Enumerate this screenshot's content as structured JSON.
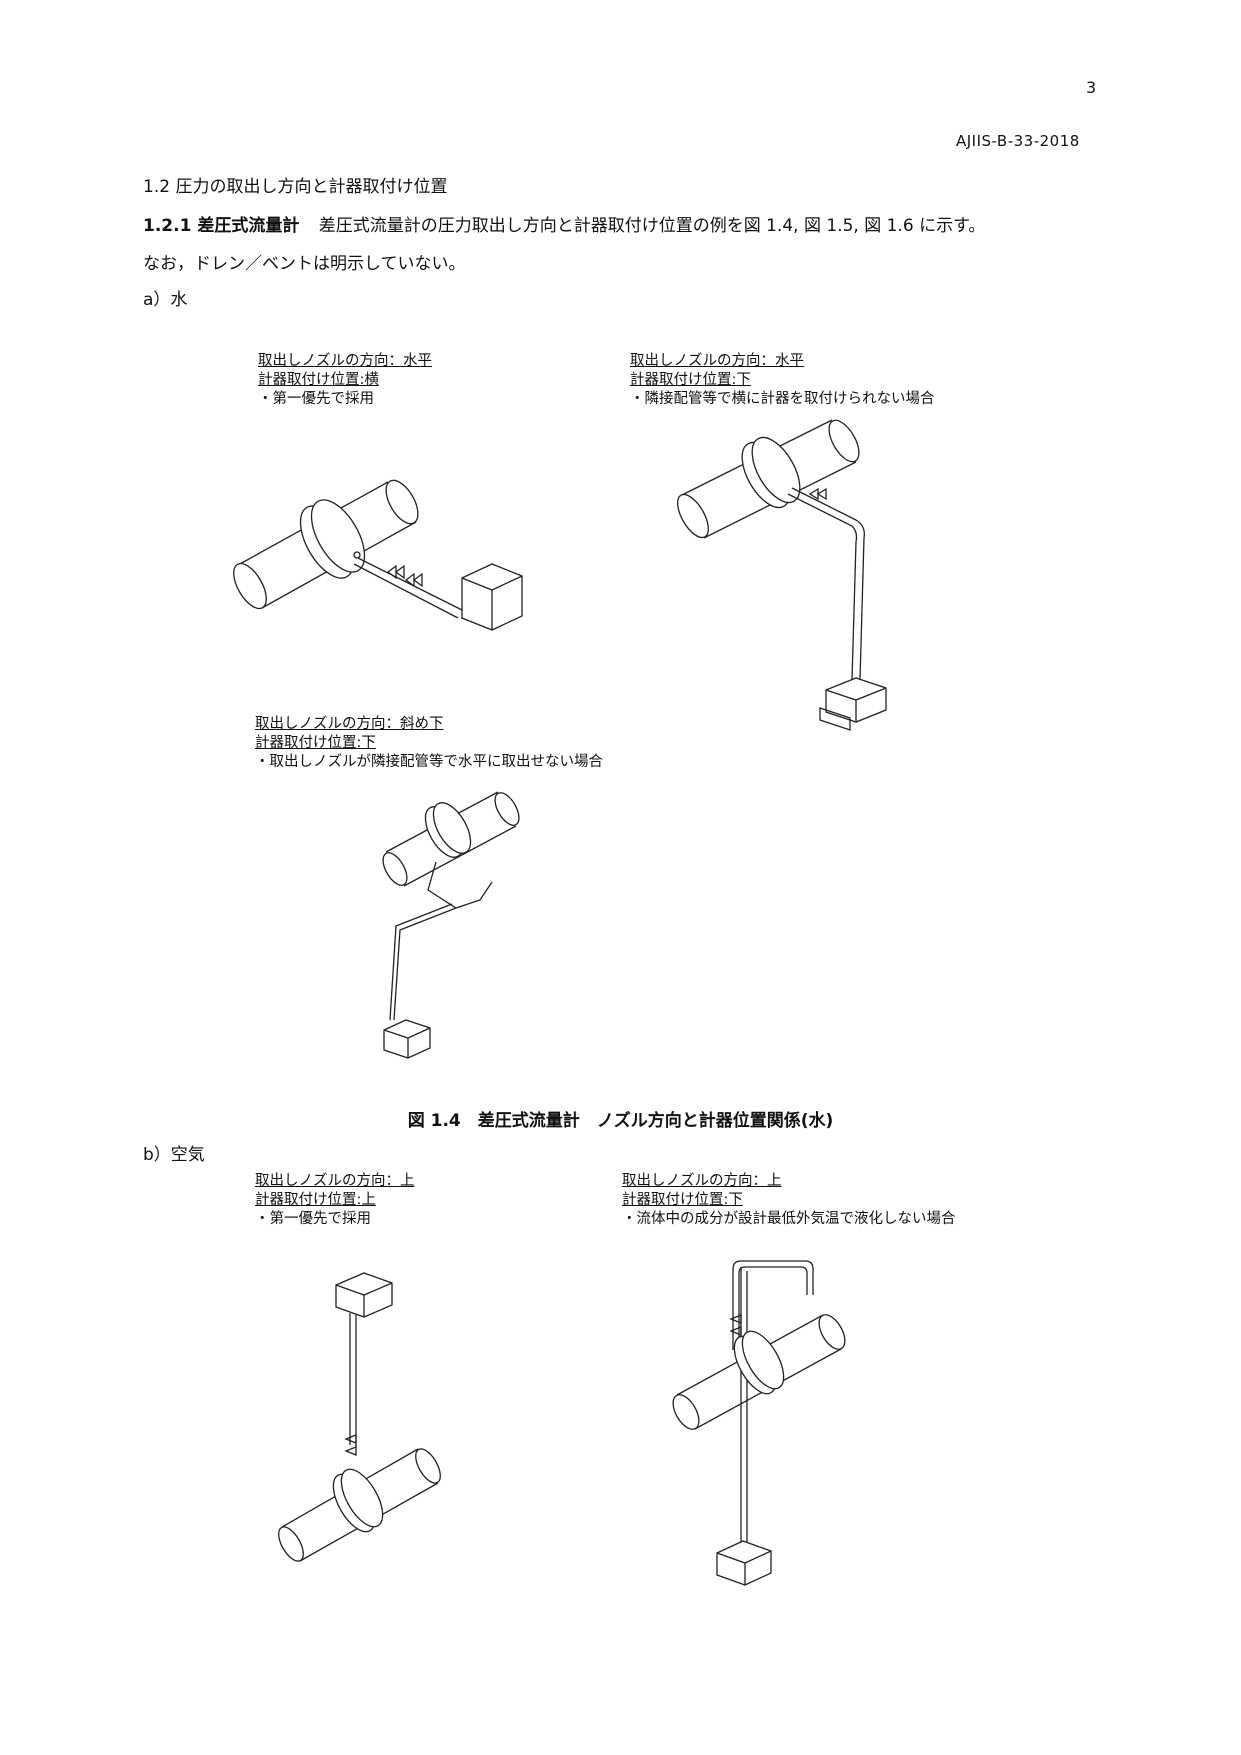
{
  "page": {
    "number": "3",
    "standard_id": "AJIIS-B-33-2018"
  },
  "section": {
    "heading": "1.2 圧力の取出し方向と計器取付け位置",
    "sub_number_title": "1.2.1 差圧式流量計",
    "sub_text": "差圧式流量計の圧力取出し方向と計器取付け位置の例を図 1.4, 図 1.5, 図 1.6 に示す。",
    "note": "なお，ドレン／ベントは明示していない。"
  },
  "water": {
    "label": "a）水",
    "diagrams": [
      {
        "direction": "取出しノズルの方向：水平",
        "position": "計器取付け位置:横",
        "note": "・第一優先で採用"
      },
      {
        "direction": "取出しノズルの方向：水平",
        "position": "計器取付け位置:下",
        "note": "・隣接配管等で横に計器を取付けられない場合"
      },
      {
        "direction": "取出しノズルの方向：斜め下",
        "position": "計器取付け位置:下",
        "note": "・取出しノズルが隣接配管等で水平に取出せない場合"
      }
    ]
  },
  "figure_caption": "図 1.4　差圧式流量計　ノズル方向と計器位置関係(水)",
  "air": {
    "label": "b）空気",
    "diagrams": [
      {
        "direction": "取出しノズルの方向：上",
        "position": "計器取付け位置:上",
        "note": "・第一優先で採用"
      },
      {
        "direction": "取出しノズルの方向：上",
        "position": "計器取付け位置:下",
        "note": "・流体中の成分が設計最低外気温で液化しない場合"
      }
    ]
  }
}
